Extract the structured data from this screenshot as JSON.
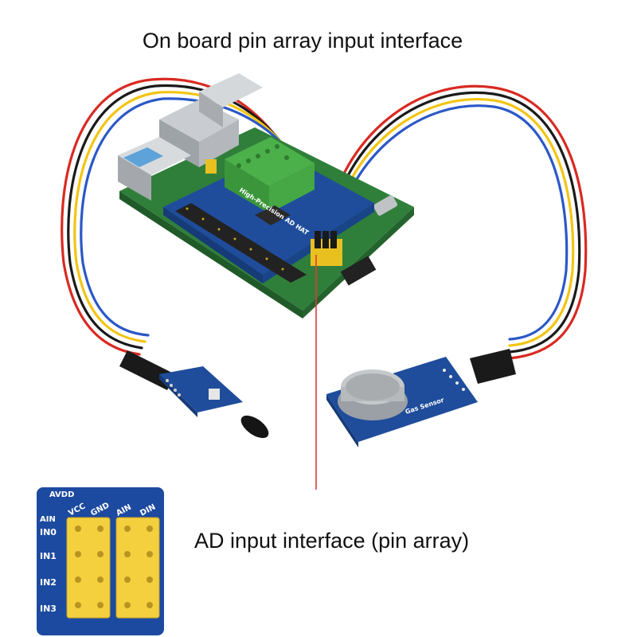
{
  "captions": {
    "top": "On board pin array input interface",
    "bottom": "AD input interface (pin array)"
  },
  "board": {
    "title": "High-Precision AD HAT"
  },
  "sensors": {
    "gas_label": "Gas Sensor"
  },
  "inset": {
    "top_label": "AVDD",
    "column_headers": [
      "AIN",
      "VCC",
      "GND",
      "AIN",
      "DIN"
    ],
    "row_labels": [
      "IN0",
      "IN1",
      "IN2",
      "IN3"
    ]
  },
  "colors": {
    "wire_red": "#d92a22",
    "wire_black": "#1a1a1a",
    "wire_yellow": "#f2c514",
    "wire_blue": "#2b58c7",
    "pcb_blue": "#1f4d9c",
    "pcb_green": "#3a8a3a",
    "pin_yellow": "#f4d03f",
    "inset_blue": "#1c4aa0"
  }
}
